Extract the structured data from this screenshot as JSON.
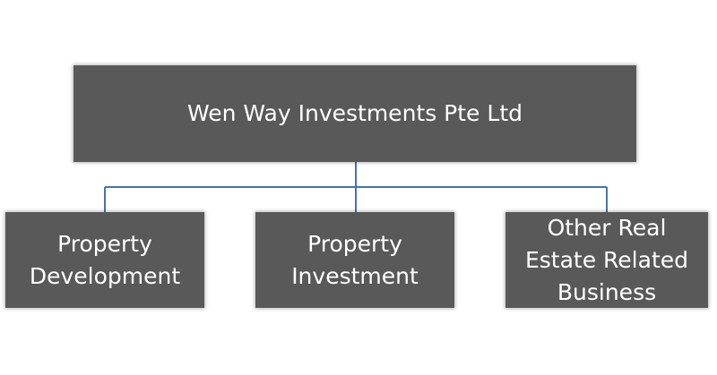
{
  "diagram": {
    "root": {
      "label": "Wen Way Investments Pte Ltd"
    },
    "children": [
      {
        "label": "Property\nDevelopment"
      },
      {
        "label": "Property\nInvestment"
      },
      {
        "label": "Other Real\nEstate Related\nBusiness"
      }
    ],
    "colors": {
      "box_fill": "#595959",
      "box_text": "#ffffff",
      "connector": "#4a72a6",
      "background": "#ffffff"
    }
  }
}
